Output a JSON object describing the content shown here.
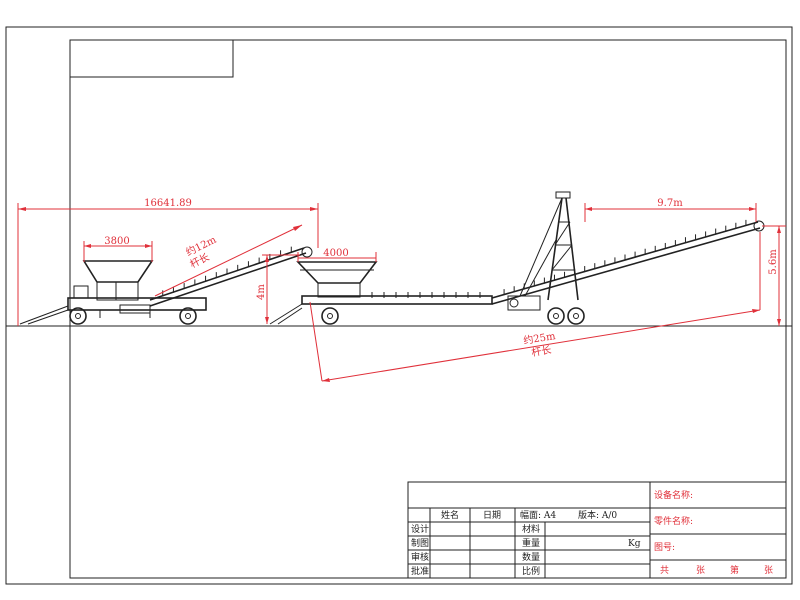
{
  "dimensions": {
    "overall_length": "16641.89",
    "hopper1_width": "3800",
    "conveyor1_length": "约12m",
    "conveyor1_note": "杆长",
    "hopper2_width": "4000",
    "conveyor2_height": "4m",
    "discharge_span": "9.7m",
    "discharge_height": "5.6m",
    "main_conveyor_length": "约25m",
    "main_conveyor_note": "杆长"
  },
  "title_block": {
    "header_name": "姓名",
    "header_date": "日期",
    "paper": "幅面: A4",
    "version": "版本: A/0",
    "row_design": "设计",
    "row_drawing": "制图",
    "row_review": "审核",
    "row_approve": "批准",
    "material": "材料",
    "weight": "重量",
    "weight_unit": "Kg",
    "quantity": "数量",
    "scale": "比例",
    "equipment_name": "设备名称:",
    "part_name": "零件名称:",
    "drawing_no": "图号:",
    "sheet_total": "共",
    "sheet_unit1": "张",
    "sheet_no": "第",
    "sheet_unit2": "张"
  },
  "colors": {
    "dimension": "#e0303a",
    "outline": "#222222"
  }
}
